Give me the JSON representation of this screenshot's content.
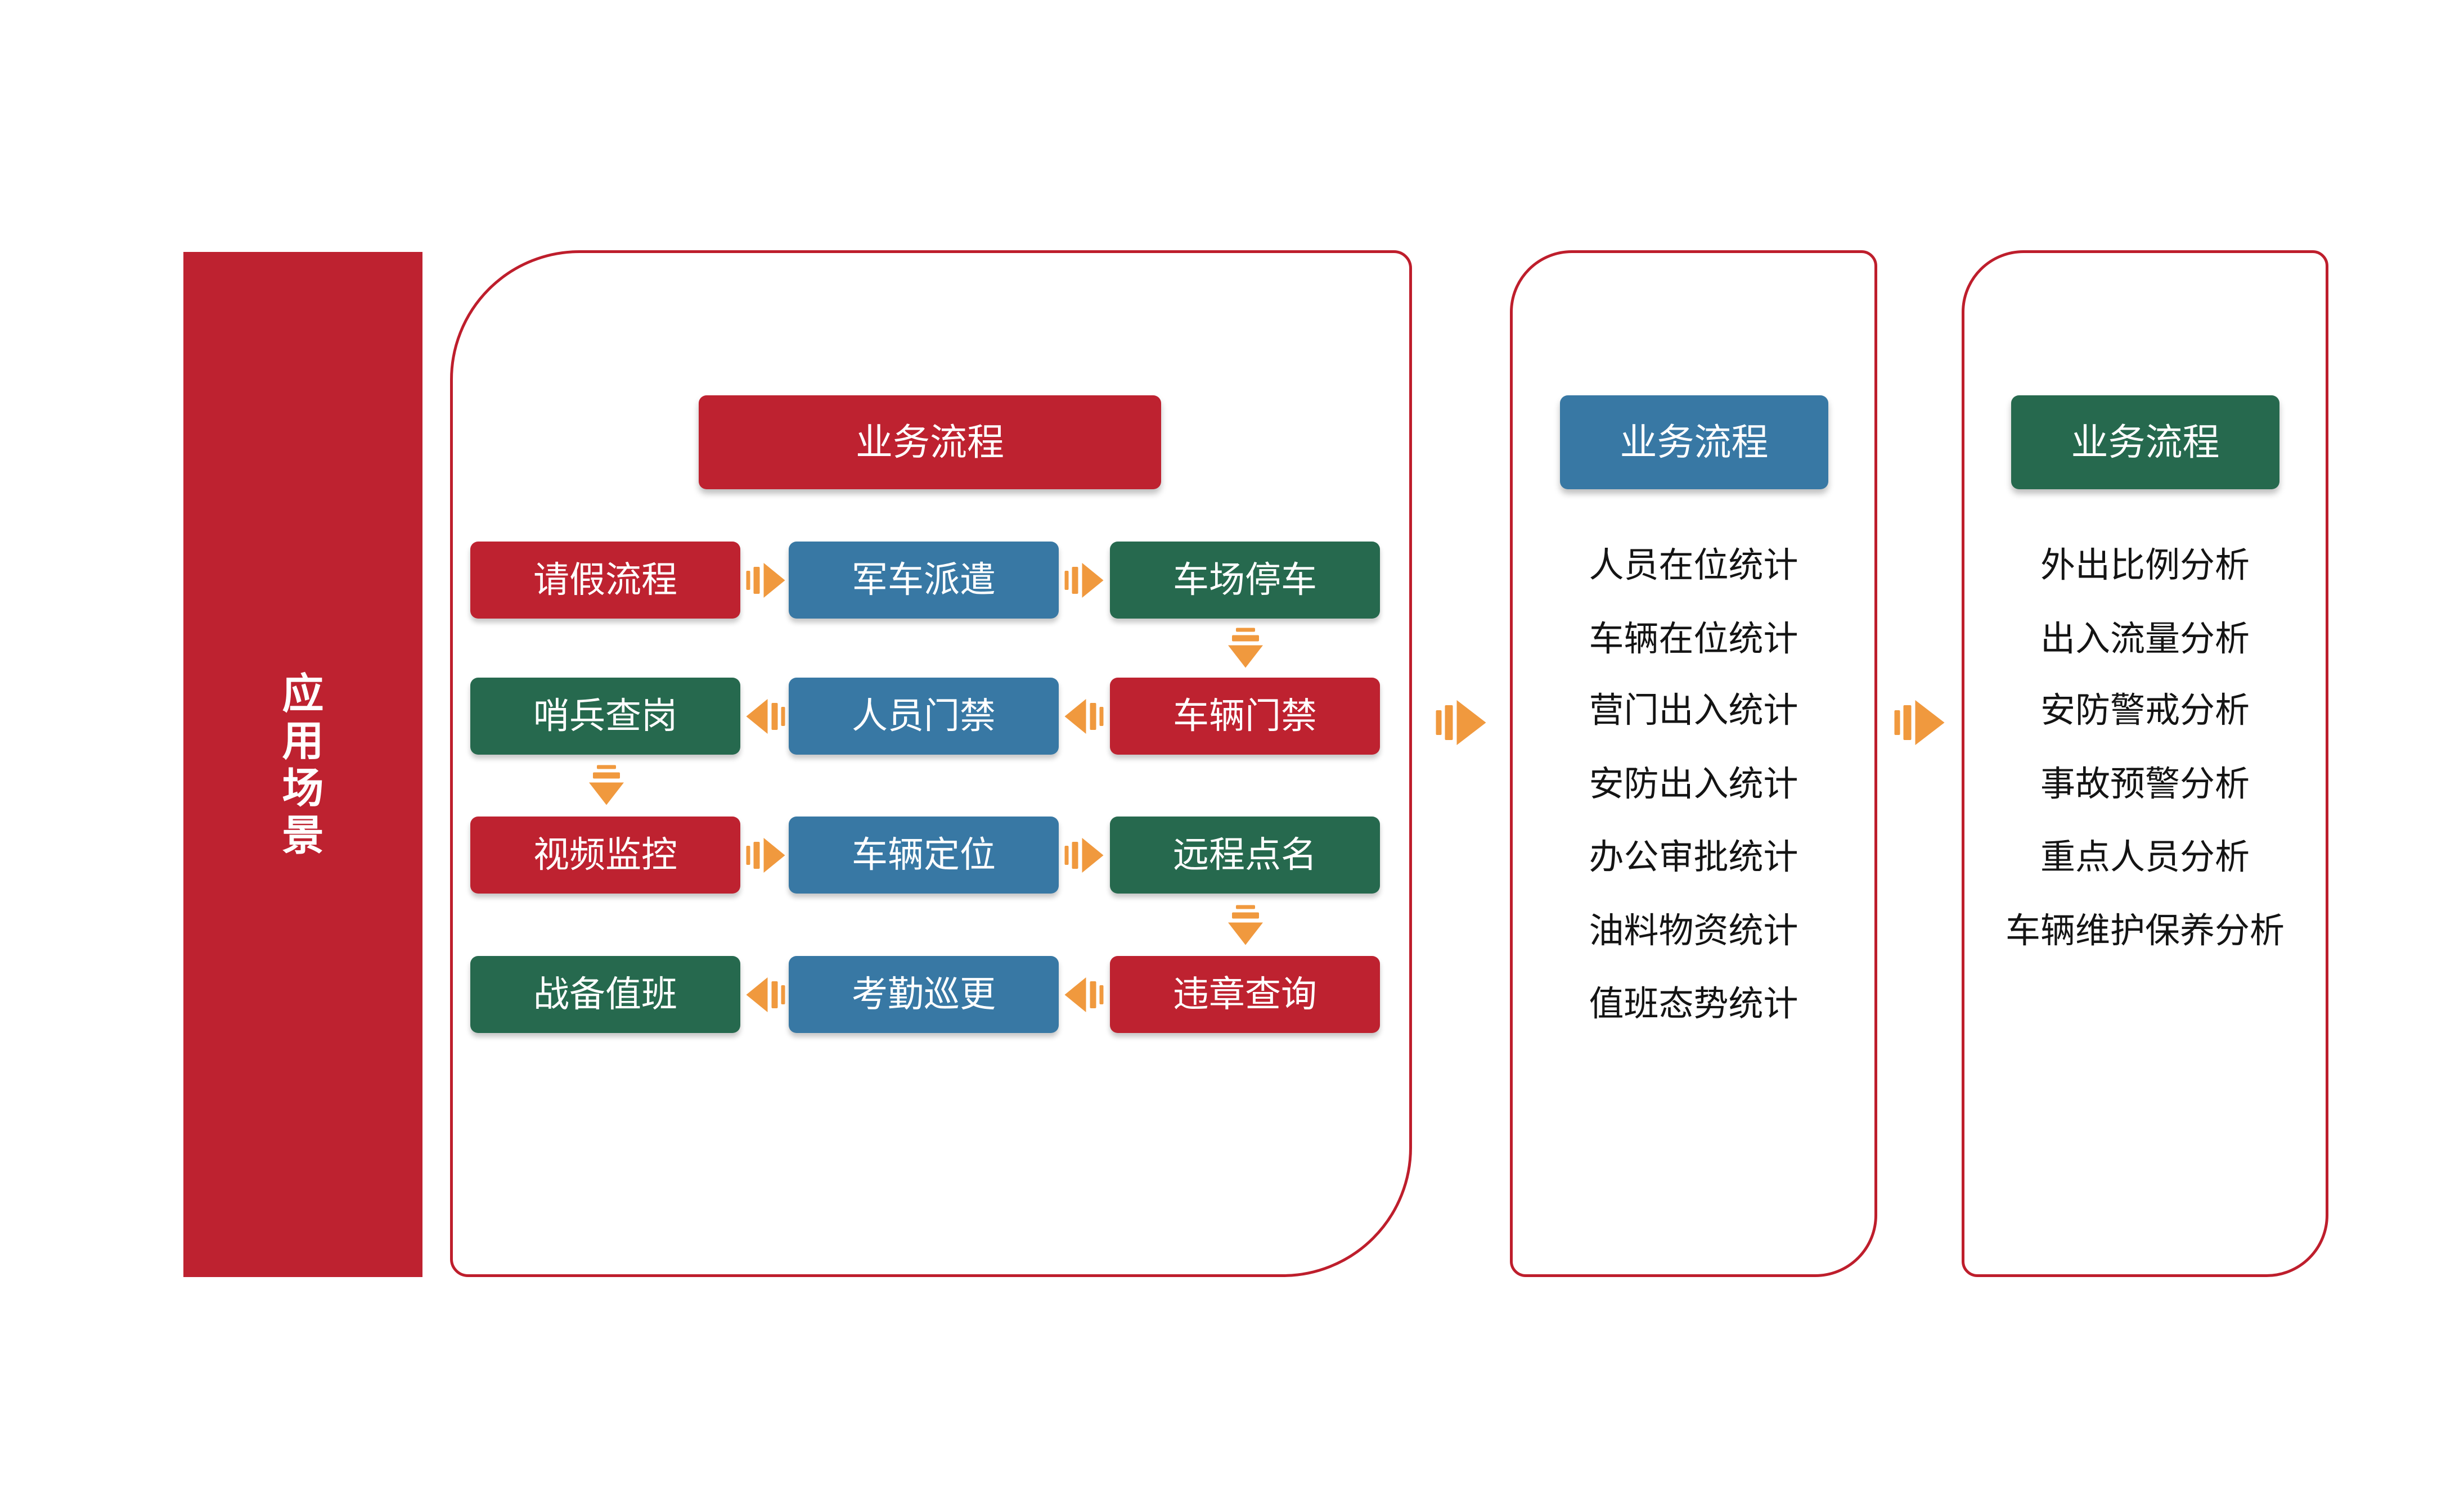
{
  "sidebar": {
    "label": "应用场景",
    "chars": [
      "应",
      "用",
      "场",
      "景"
    ]
  },
  "colors": {
    "red": "#BE2230",
    "blue": "#3878A4",
    "green": "#26694E",
    "orange_arrow": "#F0993E",
    "panel_border": "#BE1E2C",
    "list_text": "#141414",
    "box_text": "#FFFFFF",
    "background": "#FFFFFF"
  },
  "main_panel": {
    "header": "业务流程",
    "rows": [
      {
        "arrow_direction": "right",
        "boxes": [
          {
            "label": "请假流程",
            "color": "red"
          },
          {
            "label": "军车派遣",
            "color": "blue"
          },
          {
            "label": "车场停车",
            "color": "green"
          }
        ]
      },
      {
        "arrow_direction": "left",
        "boxes": [
          {
            "label": "哨兵查岗",
            "color": "green"
          },
          {
            "label": "人员门禁",
            "color": "blue"
          },
          {
            "label": "车辆门禁",
            "color": "red"
          }
        ]
      },
      {
        "arrow_direction": "right",
        "boxes": [
          {
            "label": "视频监控",
            "color": "red"
          },
          {
            "label": "车辆定位",
            "color": "blue"
          },
          {
            "label": "远程点名",
            "color": "green"
          }
        ]
      },
      {
        "arrow_direction": "left",
        "boxes": [
          {
            "label": "战备值班",
            "color": "green"
          },
          {
            "label": "考勤巡更",
            "color": "blue"
          },
          {
            "label": "违章查询",
            "color": "red"
          }
        ]
      }
    ]
  },
  "stats_panel": {
    "header": "业务流程",
    "items": [
      "人员在位统计",
      "车辆在位统计",
      "营门出入统计",
      "安防出入统计",
      "办公审批统计",
      "油料物资统计",
      "值班态势统计"
    ]
  },
  "analysis_panel": {
    "header": "业务流程",
    "items": [
      "外出比例分析",
      "出入流量分析",
      "安防警戒分析",
      "事故预警分析",
      "重点人员分析",
      "车辆维护保养分析"
    ]
  }
}
